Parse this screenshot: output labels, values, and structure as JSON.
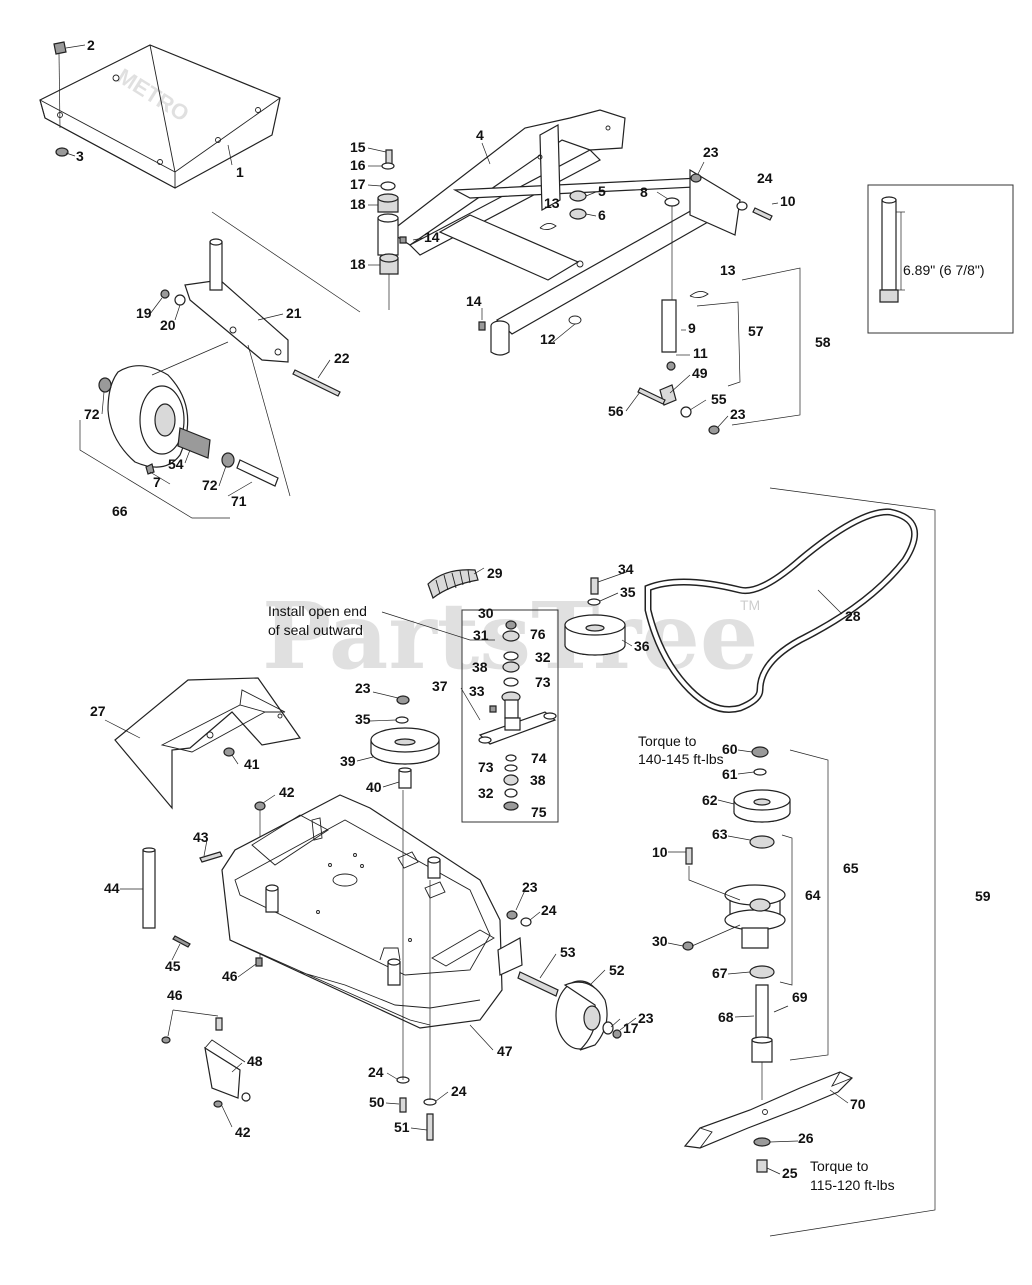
{
  "watermark": {
    "text": "PartsTree",
    "tm": "TM"
  },
  "brand_decal": "METRO",
  "notes": {
    "seal": [
      "Install open end",
      "of seal outward"
    ],
    "torque_top": [
      "Torque to",
      "140-145 ft-lbs"
    ],
    "torque_bottom": [
      "Torque to",
      "115-120 ft-lbs"
    ],
    "dimension": "6.89\" (6 7/8\")"
  },
  "labels": {
    "p1": "1",
    "p2": "2",
    "p3": "3",
    "p4": "4",
    "p5": "5",
    "p6": "6",
    "p7": "7",
    "p8": "8",
    "p9": "9",
    "p10a": "10",
    "p10b": "10",
    "p11": "11",
    "p12": "12",
    "p13a": "13",
    "p13b": "13",
    "p14a": "14",
    "p14b": "14",
    "p15": "15",
    "p16": "16",
    "p17a": "17",
    "p17b": "17",
    "p18a": "18",
    "p18b": "18",
    "p19": "19",
    "p20": "20",
    "p21": "21",
    "p22": "22",
    "p23a": "23",
    "p23b": "23",
    "p23c": "23",
    "p23d": "23",
    "p23e": "23",
    "p24a": "24",
    "p24b": "24",
    "p24c": "24",
    "p24d": "24",
    "p25": "25",
    "p26": "26",
    "p27": "27",
    "p28": "28",
    "p29": "29",
    "p30a": "30",
    "p30b": "30",
    "p31": "31",
    "p32a": "32",
    "p32b": "32",
    "p33": "33",
    "p34": "34",
    "p35a": "35",
    "p35b": "35",
    "p36": "36",
    "p37": "37",
    "p38a": "38",
    "p38b": "38",
    "p39": "39",
    "p40": "40",
    "p41": "41",
    "p42a": "42",
    "p42b": "42",
    "p43": "43",
    "p44": "44",
    "p45": "45",
    "p46a": "46",
    "p46b": "46",
    "p47": "47",
    "p48": "48",
    "p49": "49",
    "p50": "50",
    "p51": "51",
    "p52": "52",
    "p53": "53",
    "p54": "54",
    "p55": "55",
    "p56": "56",
    "p57": "57",
    "p58": "58",
    "p59": "59",
    "p60": "60",
    "p61": "61",
    "p62": "62",
    "p63": "63",
    "p64": "64",
    "p65": "65",
    "p66": "66",
    "p67": "67",
    "p68": "68",
    "p69": "69",
    "p70": "70",
    "p71": "71",
    "p72a": "72",
    "p72b": "72",
    "p73a": "73",
    "p73b": "73",
    "p74": "74",
    "p75": "75",
    "p76": "76"
  }
}
